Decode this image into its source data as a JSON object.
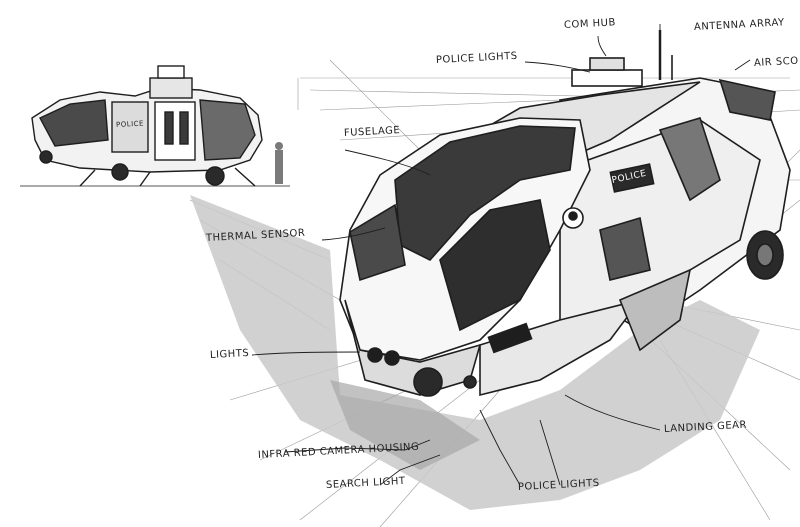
{
  "labels": {
    "com_hub": "COM HUB",
    "antenna_array": "ANTENNA ARRAY",
    "air_scoop": "AIR SCO",
    "police_lights_top": "POLICE LIGHTS",
    "fuselage": "FUSELAGE",
    "thermal_sensor": "THERMAL SENSOR",
    "lights": "LIGHTS",
    "landing_gear": "LANDING GEAR",
    "infra_red_camera_housing": "INFRA RED CAMERA HOUSING",
    "search_light": "SEARCH LIGHT",
    "police_lights_bottom": "POLICE LIGHTS",
    "police_badge_large": "POLICE",
    "police_badge_small": "POLICE"
  },
  "colors": {
    "paper": "#ffffff",
    "ink": "#1e1e1e",
    "ground_shadow": "#c9c9c9",
    "dark_glass": "#3a3a3a"
  }
}
